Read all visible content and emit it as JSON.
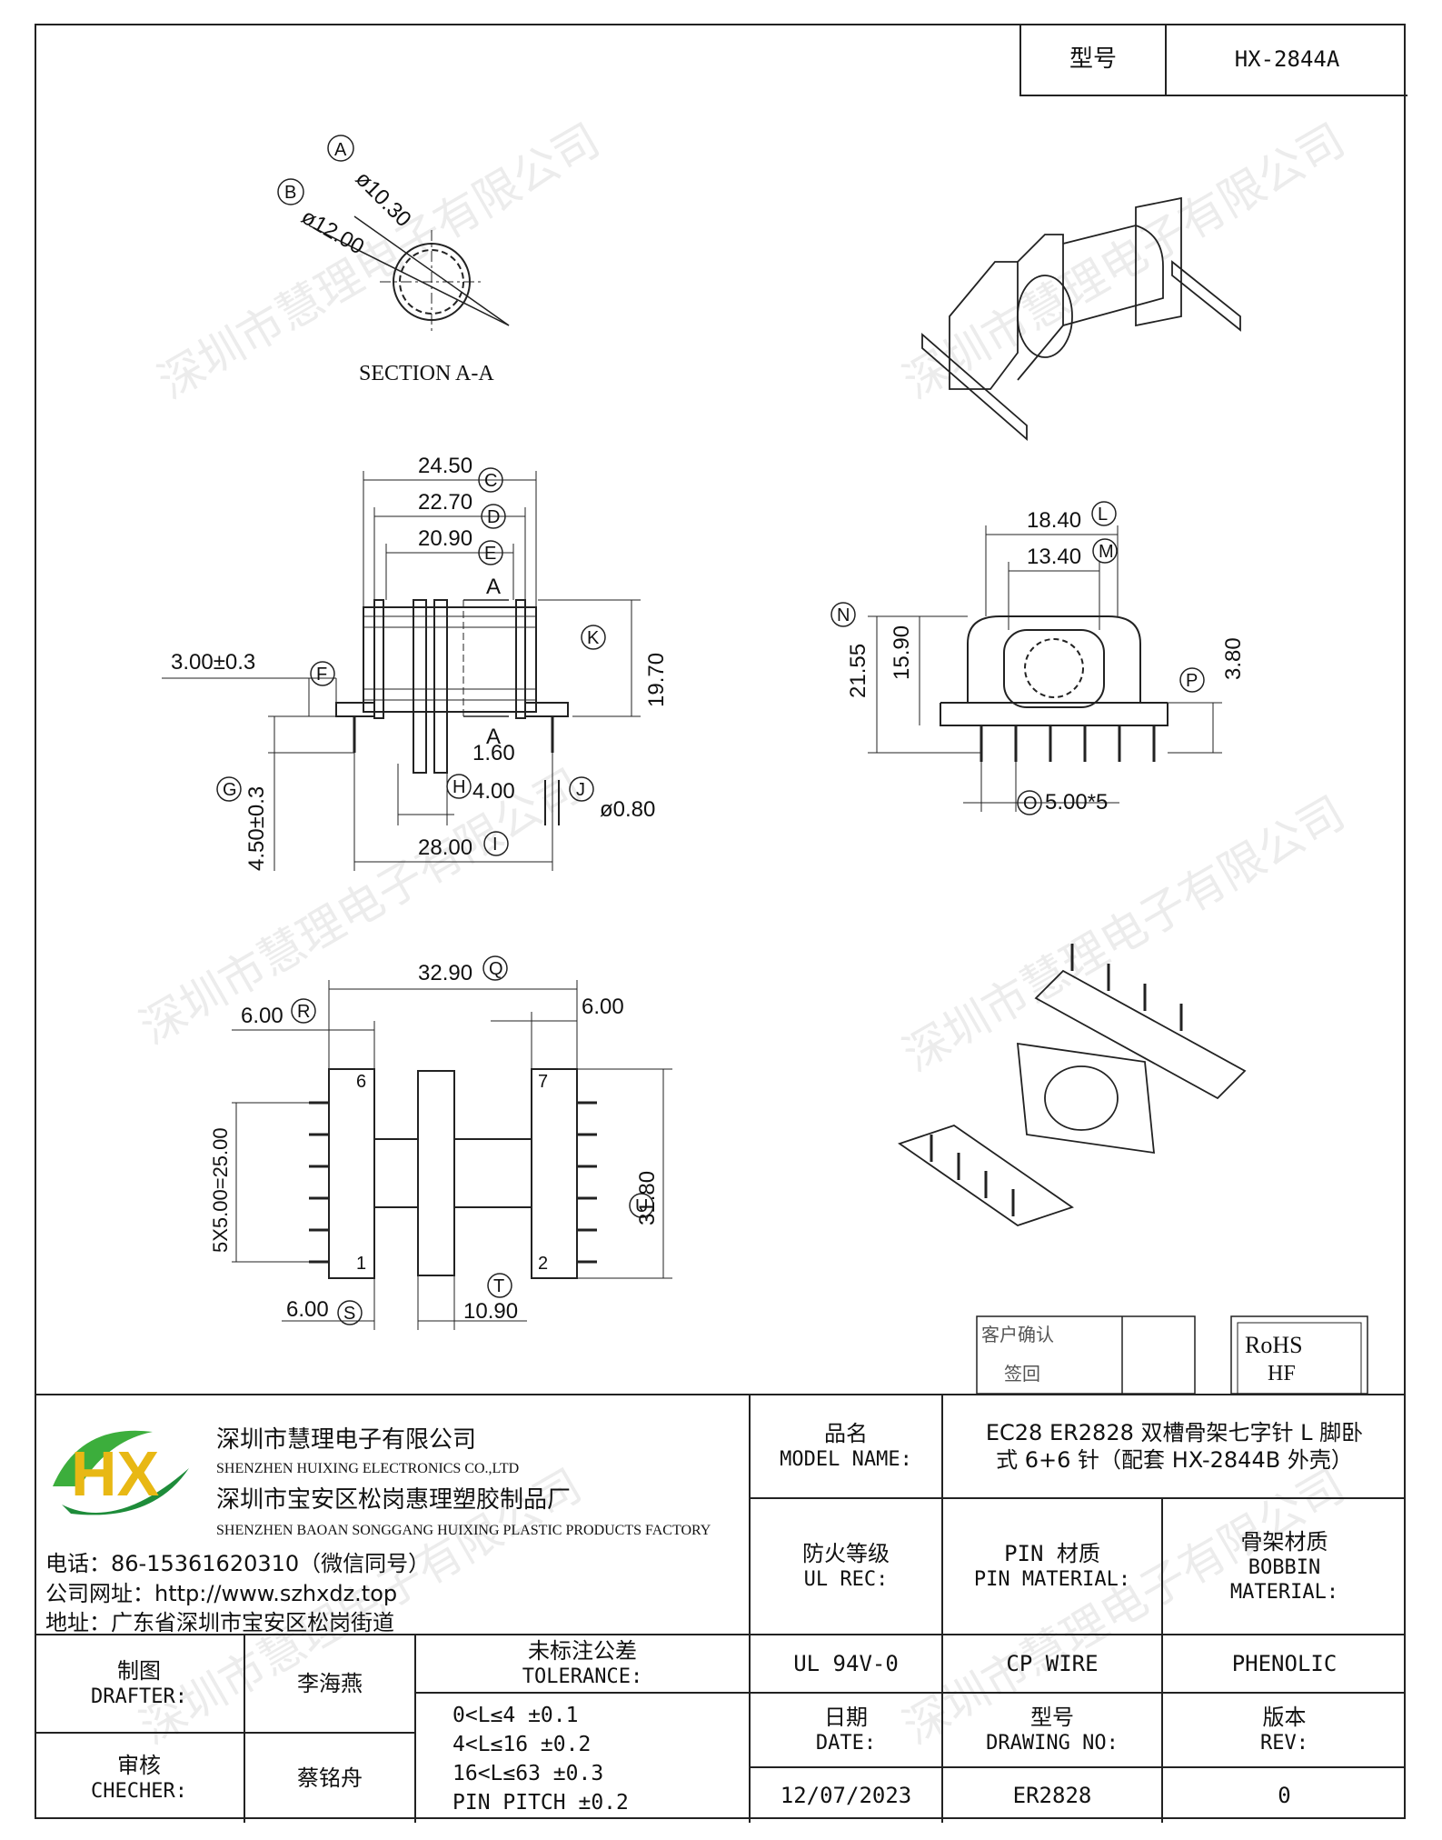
{
  "model_box": {
    "label": "型号",
    "value": "HX-2844A"
  },
  "watermark": "深圳市慧理电子有限公司",
  "drawing": {
    "section_label": "SECTION A-A",
    "section_dims": [
      {
        "letter": "A",
        "value": "ø10.30"
      },
      {
        "letter": "B",
        "value": "ø12.00"
      }
    ],
    "side_dims": [
      {
        "letter": "C",
        "value": "24.50"
      },
      {
        "letter": "D",
        "value": "22.70"
      },
      {
        "letter": "E",
        "value": "20.90"
      },
      {
        "letter": "F",
        "value": "3.00±0.3"
      },
      {
        "letter": "K",
        "value": "19.70"
      },
      {
        "letter": "G",
        "value": "4.50±0.3"
      },
      {
        "letter": "H",
        "value": "4.00"
      },
      {
        "letter": "J",
        "value": "ø0.80"
      },
      {
        "letter": "I",
        "value": "28.00"
      }
    ],
    "side_extra": {
      "d160": "1.60",
      "a_top": "A",
      "a_bottom": "A"
    },
    "front_dims": [
      {
        "letter": "L",
        "value": "18.40"
      },
      {
        "letter": "M",
        "value": "13.40"
      },
      {
        "letter": "N",
        "value": "21.55"
      },
      {
        "letter": "P",
        "value": "3.80"
      },
      {
        "letter": "O",
        "value": "5.00*5"
      }
    ],
    "front_extra": {
      "d1590": "15.90"
    },
    "bottom_dims": [
      {
        "letter": "Q",
        "value": "32.90"
      },
      {
        "letter": "R",
        "value": "6.00"
      },
      {
        "letter": "U",
        "value": "31.80"
      },
      {
        "letter": "S",
        "value": "6.00"
      },
      {
        "letter": "T",
        "value": "10.90"
      }
    ],
    "bottom_extra": {
      "d600r": "6.00",
      "pitch": "5X5.00=25.00",
      "pin6": "6",
      "pin7": "7",
      "pin1": "1",
      "pin2": "2"
    },
    "stamp": {
      "confirm_line1": "客户确认",
      "confirm_line2": "签回",
      "rohs": "RoHS",
      "hf": "HF"
    }
  },
  "company": {
    "logo_text": "HX",
    "name_cn": "深圳市慧理电子有限公司",
    "name_en": "SHENZHEN HUIXING ELECTRONICS CO.,LTD",
    "factory_cn": "深圳市宝安区松岗惠理塑胶制品厂",
    "factory_en": "SHENZHEN BAOAN SONGGANG HUIXING PLASTIC PRODUCTS FACTORY",
    "phone": "电话：86-15361620310（微信同号）",
    "website": "公司网址：http://www.szhxdz.top",
    "address": "地址：广东省深圳市宝安区松岗街道"
  },
  "title_block": {
    "model_name_cn": "品名",
    "model_name_en": "MODEL NAME:",
    "model_name_value_1": "EC28 ER2828 双槽骨架七字针 L 脚卧",
    "model_name_value_2": "式 6+6 针（配套 HX-2844B 外壳）",
    "ul_cn": "防火等级",
    "ul_en": "UL REC:",
    "pin_cn": "PIN 材质",
    "pin_en": "PIN MATERIAL:",
    "bobbin_cn": "骨架材质",
    "bobbin_en_1": "BOBBIN",
    "bobbin_en_2": "MATERIAL:",
    "ul_value": "UL 94V-0",
    "pin_value": "CP WIRE",
    "bobbin_value": "PHENOLIC",
    "drafter_cn": "制图",
    "drafter_en": "DRAFTER:",
    "drafter_name": "李海燕",
    "checker_cn": "审核",
    "checker_en": "CHECHER:",
    "checker_name": "蔡铭舟",
    "tolerance_cn": "未标注公差",
    "tolerance_en": "TOLERANCE:",
    "tolerance_lines": [
      "0<L≤4  ±0.1",
      "4<L≤16 ±0.2",
      "16<L≤63 ±0.3",
      "PIN PITCH ±0.2"
    ],
    "date_cn": "日期",
    "date_en": "DATE:",
    "drawing_no_cn": "型号",
    "drawing_no_en": "DRAWING NO:",
    "rev_cn": "版本",
    "rev_en": "REV:",
    "date_value": "12/07/2023",
    "drawing_no_value": "ER2828",
    "rev_value": "0"
  }
}
